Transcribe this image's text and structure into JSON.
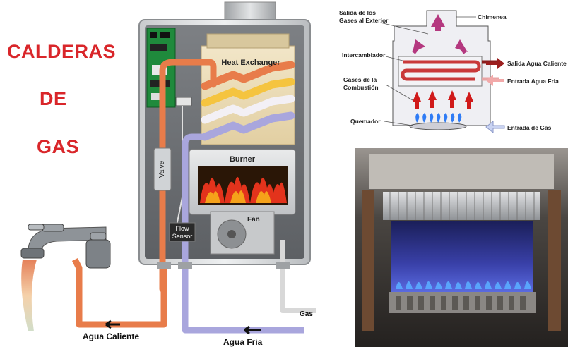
{
  "title": {
    "line1": "CALDERAS",
    "line2": "DE",
    "line3": "GAS"
  },
  "heater": {
    "heat_exchanger_label": "Heat Exchanger",
    "burner_label": "Burner",
    "fan_label": "Fan",
    "valve_label": "Valve",
    "flow_sensor_line1": "Flow",
    "flow_sensor_line2": "Sensor",
    "gas_label": "Gas",
    "hot_water_label": "Agua Caliente",
    "cold_water_label": "Agua Fria"
  },
  "schematic": {
    "labels": {
      "exhaust_line1": "Salida de los",
      "exhaust_line2": "Gases al Exterior",
      "chimney": "Chimenea",
      "exchanger": "Intercambiador",
      "hot_out": "Salida Agua Caliente",
      "combustion_line1": "Gases de la",
      "combustion_line2": "Combustión",
      "cold_in": "Entrada Agua Fria",
      "burner": "Quemador",
      "gas_in": "Entrada de Gas"
    }
  },
  "colors": {
    "title_red": "#d9262a",
    "hot_pipe": "#e87c4a",
    "cold_pipe": "#a9a6dd",
    "flame_orange": "#f5a21a",
    "flame_blue": "#2f7cf5"
  }
}
